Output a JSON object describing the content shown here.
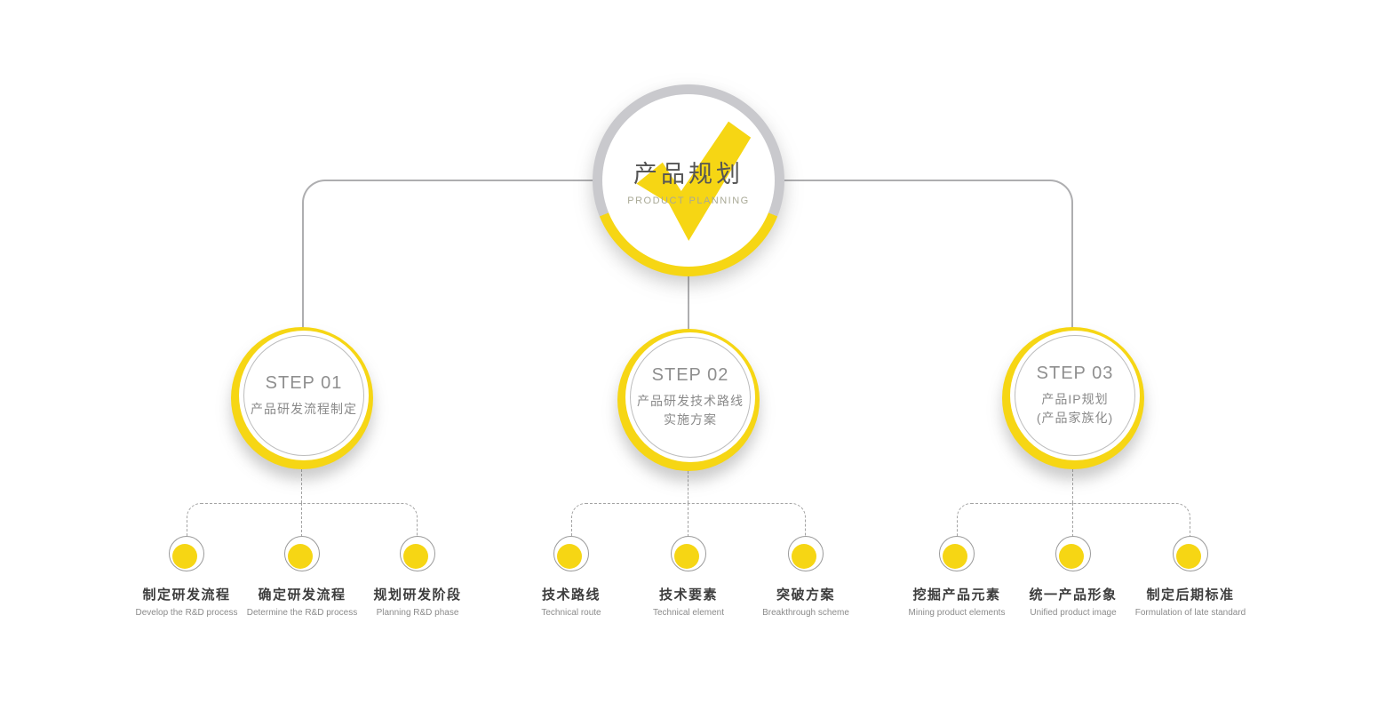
{
  "colors": {
    "accent_yellow": "#F6D614",
    "ring_gray": "#C9C9CD",
    "line_gray": "#AEAEB0",
    "dash_gray": "#A3A3A3"
  },
  "root": {
    "title": "产品规划",
    "subtitle": "PRODUCT PLANNING"
  },
  "steps": [
    {
      "label": "STEP 01",
      "line1": "产品研发流程制定",
      "line2": "",
      "children": [
        {
          "zh": "制定研发流程",
          "en": "Develop the R&D process"
        },
        {
          "zh": "确定研发流程",
          "en": "Determine the R&D process"
        },
        {
          "zh": "规划研发阶段",
          "en": "Planning R&D phase"
        }
      ]
    },
    {
      "label": "STEP 02",
      "line1": "产品研发技术路线",
      "line2": "实施方案",
      "children": [
        {
          "zh": "技术路线",
          "en": "Technical route"
        },
        {
          "zh": "技术要素",
          "en": "Technical element"
        },
        {
          "zh": "突破方案",
          "en": "Breakthrough scheme"
        }
      ]
    },
    {
      "label": "STEP 03",
      "line1": "产品IP规划",
      "line2": "(产品家族化)",
      "children": [
        {
          "zh": "挖掘产品元素",
          "en": "Mining product elements"
        },
        {
          "zh": "统一产品形象",
          "en": "Unified product image"
        },
        {
          "zh": "制定后期标准",
          "en": "Formulation of late standard"
        }
      ]
    }
  ]
}
